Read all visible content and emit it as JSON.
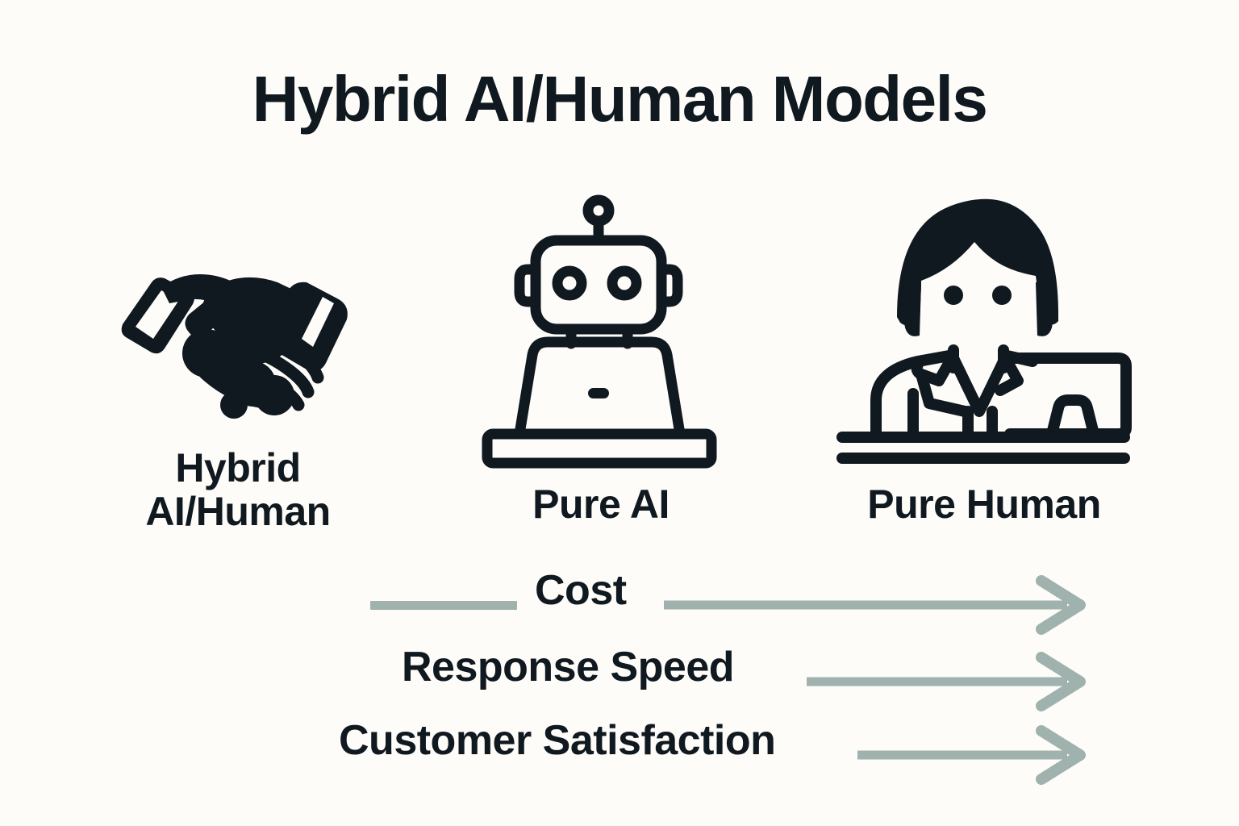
{
  "page": {
    "title": "Hybrid AI/Human Models",
    "background_color": "#fdfcf8",
    "text_color": "#101820",
    "accent_color": "#9fb2ae"
  },
  "columns": [
    {
      "id": "hybrid",
      "icon": "handshake-icon",
      "label": "Hybrid\nAI/Human"
    },
    {
      "id": "pure-ai",
      "icon": "robot-laptop-icon",
      "label": "Pure AI"
    },
    {
      "id": "pure-human",
      "icon": "person-desk-icon",
      "label": "Pure Human"
    }
  ],
  "comparison_rows": [
    {
      "id": "cost",
      "label": "Cost",
      "has_left_segment": true,
      "arrow_direction": "right"
    },
    {
      "id": "response-speed",
      "label": "Response Speed",
      "has_left_segment": false,
      "arrow_direction": "right"
    },
    {
      "id": "customer-satisfaction",
      "label": "Customer Satisfaction",
      "has_left_segment": false,
      "arrow_direction": "right"
    }
  ]
}
